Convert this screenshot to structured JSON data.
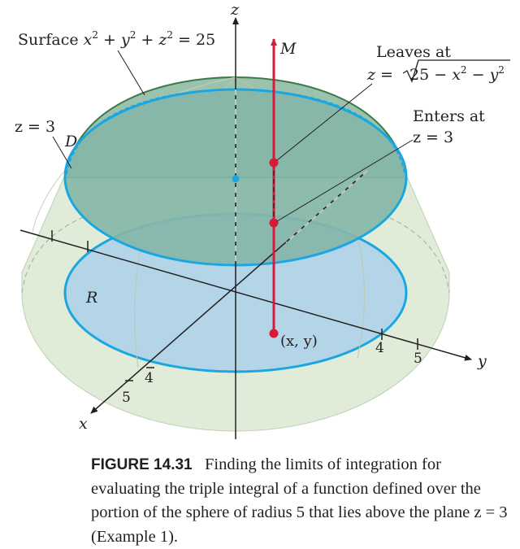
{
  "labels": {
    "z_axis": "z",
    "y_axis": "y",
    "x_axis": "x",
    "line": "M",
    "disk_top": "D",
    "region": "R",
    "plane": "z = 3",
    "surface_prefix": "Surface ",
    "surface_eq": {
      "x": "x",
      "y": "y",
      "z": "z",
      "sup": "2",
      "plus": " + ",
      "eq": " = 25"
    },
    "leaves_at": "Leaves at",
    "leaves_eq": {
      "z": "z",
      "eq": " = ",
      "rad_start": "25 − ",
      "x": "x",
      "minus": " − ",
      "y": "y",
      "sup": "2"
    },
    "enters_at": "Enters at",
    "enters_eq": "z = 3",
    "point": "(x, y)",
    "tick_y4": "4",
    "tick_y5": "5",
    "tick_x4": "4",
    "tick_x5": "5"
  },
  "caption": {
    "title": "FIGURE 14.31",
    "text": "Finding the limits of integration for evaluating the triple integral of a function defined over the portion of the sphere of radius 5 that lies above the plane z = 3 (Example 1)."
  },
  "colors": {
    "region_fill": "#b4d5e8",
    "top_disk_fill": "#86b6a8",
    "shell_fill": "#dde9d4",
    "cyan": "#1aa7e1",
    "red": "#d7193a",
    "dark_green": "#3c7a4c"
  }
}
